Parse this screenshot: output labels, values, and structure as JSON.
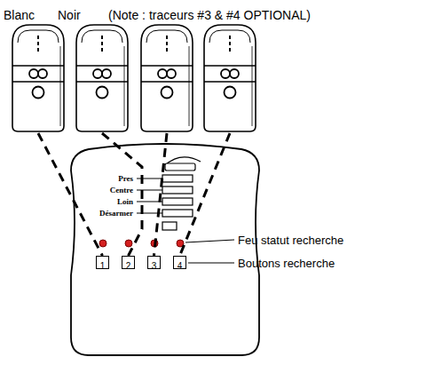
{
  "diagram": {
    "nodes": [
      {
        "text": [
          "Blanc"
        ]
      },
      {
        "text": [
          "Noir"
        ]
      },
      {
        "text": [
          "1"
        ]
      },
      {
        "text": [
          "2"
        ]
      },
      {
        "text": [
          "3"
        ]
      },
      {
        "text": [
          "4"
        ]
      }
    ],
    "edges": [
      {
        "from": 0,
        "to": 2,
        "arrow": "none"
      },
      {
        "from": 1,
        "to": 3,
        "arrow": "none"
      }
    ],
    "labels": [
      "(Note : traceurs #3 & #4 OPTIONAL)",
      "Pres",
      "Centre",
      "Loin",
      "Désarmer",
      "Feu statut recherche",
      "Boutons recherche"
    ]
  }
}
